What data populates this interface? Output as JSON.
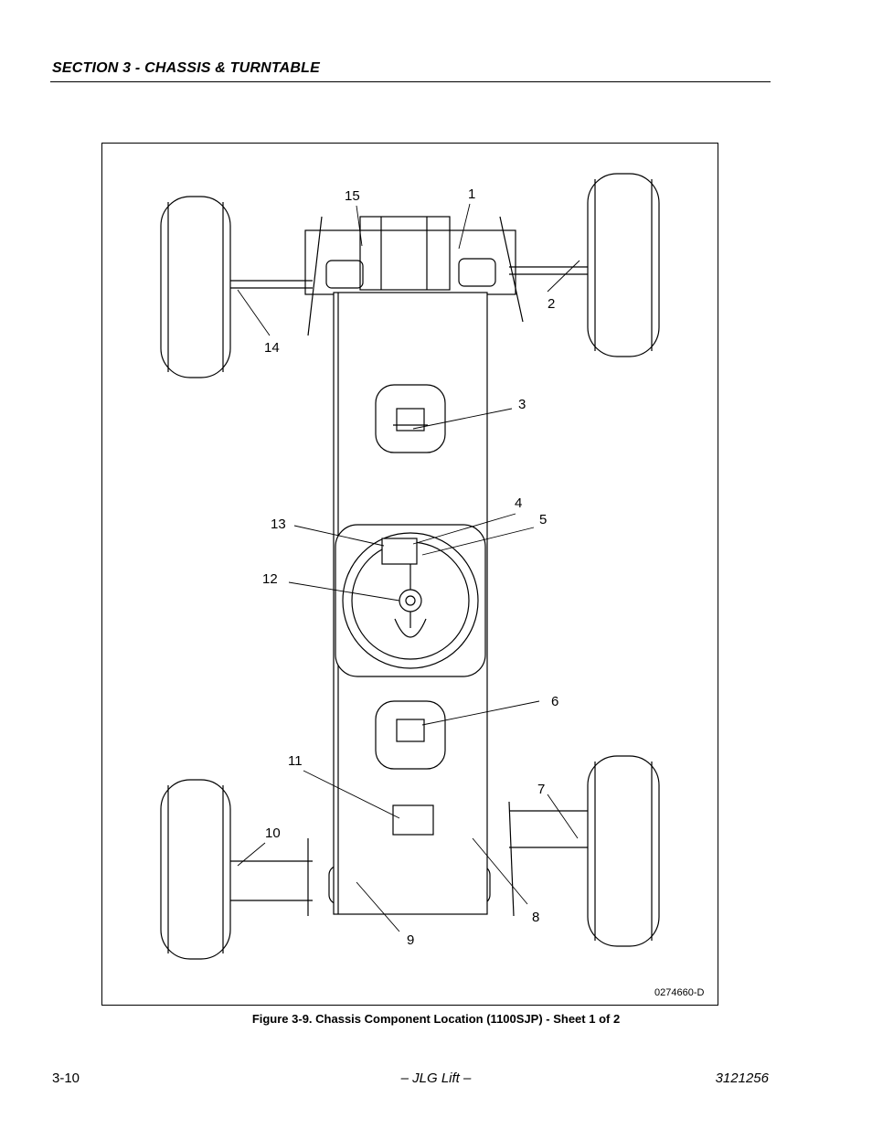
{
  "header": {
    "section_title": "SECTION 3 - CHASSIS & TURNTABLE"
  },
  "figure": {
    "drawing_number": "0274660-D",
    "callouts": [
      "15",
      "1",
      "2",
      "14",
      "3",
      "4",
      "5",
      "13",
      "12",
      "6",
      "11",
      "7",
      "10",
      "8",
      "9"
    ],
    "caption": "Figure 3-9.  Chassis Component Location (1100SJP) - Sheet 1 of 2"
  },
  "footer": {
    "page_number": "3-10",
    "brand": "– JLG Lift –",
    "doc_number": "3121256"
  }
}
